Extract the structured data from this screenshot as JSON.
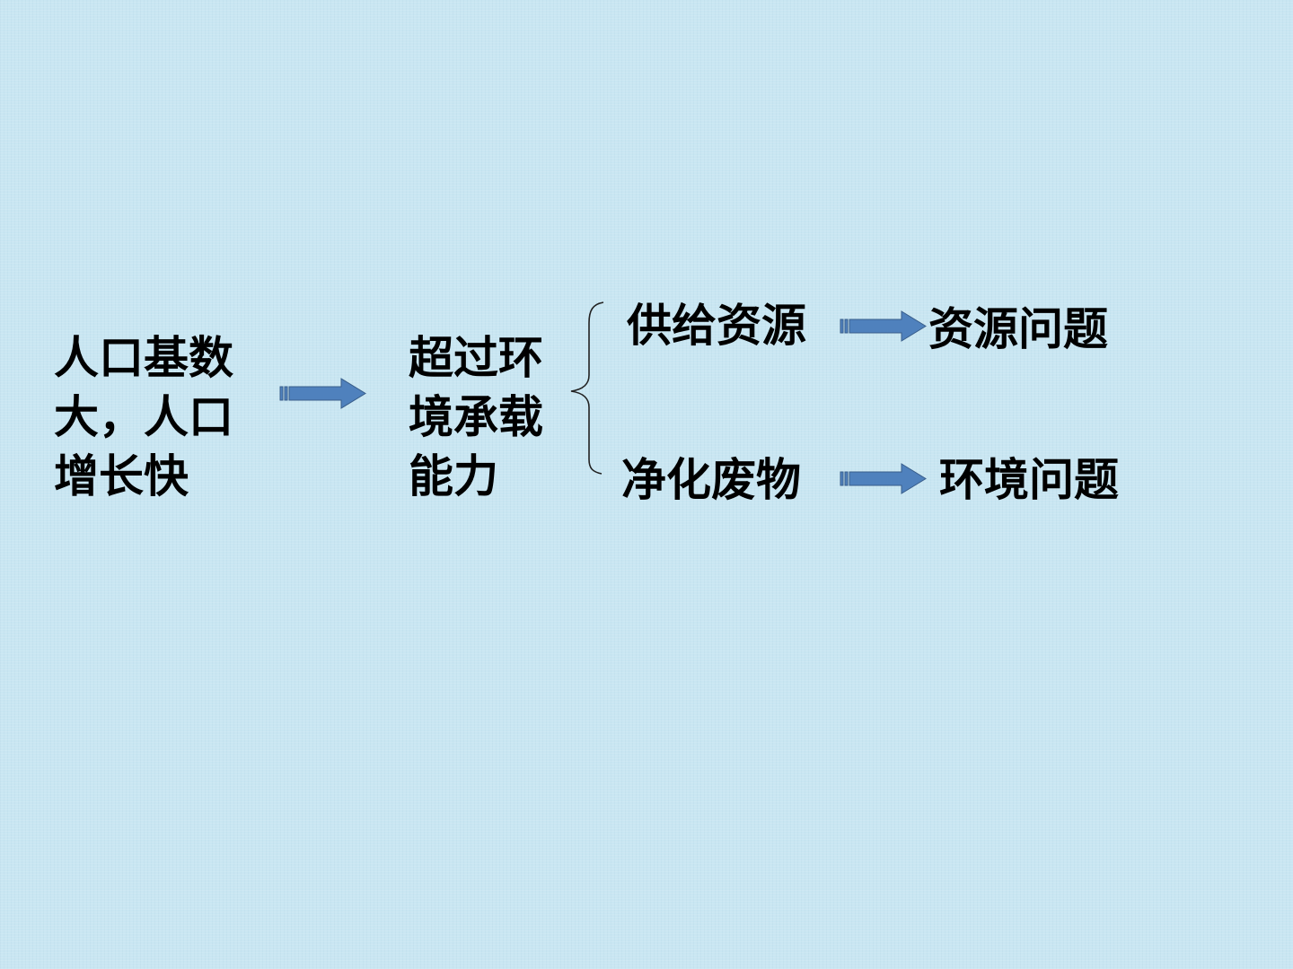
{
  "nodes": {
    "cause": "人口基数\n大，人口\n增长快",
    "middle": "超过环\n境承载\n能力",
    "supply": "供给资源",
    "purify": "净化废物",
    "resource_problem": "资源问题",
    "environment_problem": "环境问题"
  },
  "colors": {
    "arrow_fill": "#4f81bd",
    "arrow_stroke": "#385d8a",
    "text": "#000000"
  }
}
